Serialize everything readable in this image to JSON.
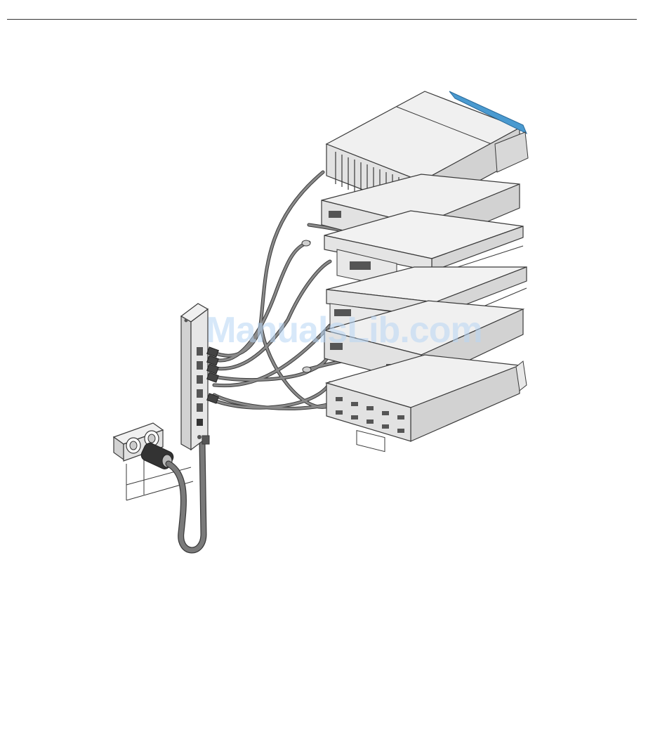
{
  "watermark": {
    "text": "ManualsLib.com"
  },
  "colors": {
    "line": "#3a3a3a",
    "chassis_top": "#f0f0f0",
    "chassis_front": "#e2e2e2",
    "chassis_side": "#d2d2d2",
    "dark": "#555555",
    "cable": "#7a7a7a",
    "cable_edge": "#3a3a3a",
    "accent_blue": "#4a9ad0",
    "watermark": "#b8d6f5"
  },
  "diagram": {
    "components": [
      {
        "name": "disk-enclosure-4u",
        "label": ""
      },
      {
        "name": "server-2u-upper",
        "label": ""
      },
      {
        "name": "server-1u-upper",
        "label": ""
      },
      {
        "name": "server-1u-lower",
        "label": ""
      },
      {
        "name": "server-2u-lower",
        "label": ""
      },
      {
        "name": "switch-2u",
        "label": ""
      },
      {
        "name": "power-distribution-unit",
        "label": ""
      },
      {
        "name": "wall-outlet",
        "label": ""
      }
    ]
  }
}
